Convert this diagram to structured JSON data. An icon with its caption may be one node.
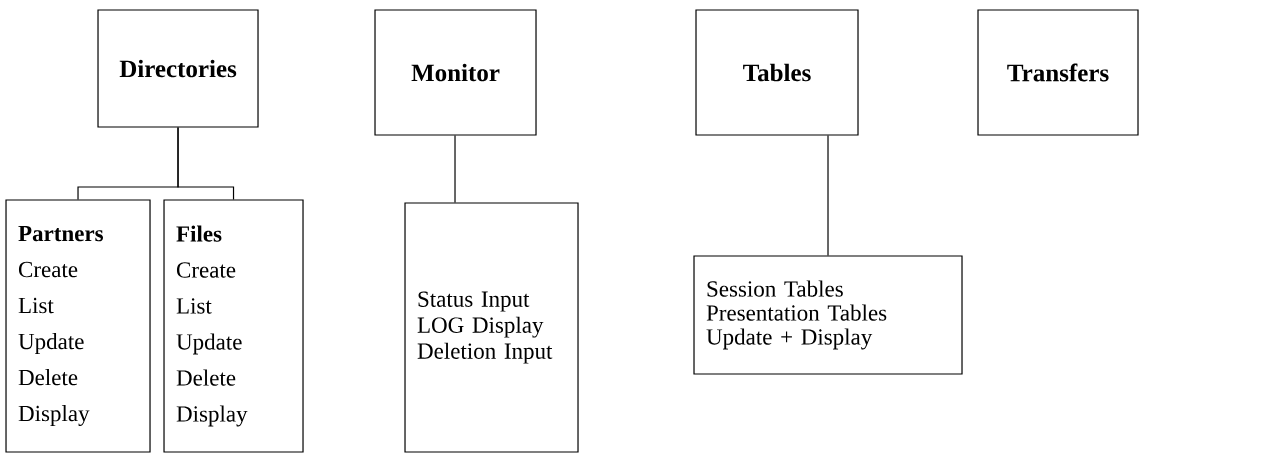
{
  "diagram": {
    "nodes": [
      {
        "text": [
          "Directories"
        ]
      },
      {
        "text": [
          "Monitor"
        ]
      },
      {
        "text": [
          "Tables"
        ]
      },
      {
        "text": [
          "Transfers"
        ]
      },
      {
        "text": [
          "Partners",
          "Create",
          "List",
          "Update",
          "Delete",
          "Display"
        ]
      },
      {
        "text": [
          "Files",
          "Create",
          "List",
          "Update",
          "Delete",
          "Display"
        ]
      },
      {
        "text": [
          "Status Input",
          "LOG Display",
          "Deletion Input"
        ]
      },
      {
        "text": [
          "Session Tables",
          "Presentation Tables",
          "Update + Display"
        ]
      }
    ],
    "edges": [
      {
        "from": 0,
        "to": 4,
        "arrow": "none"
      },
      {
        "from": 0,
        "to": 5,
        "arrow": "none"
      },
      {
        "from": 1,
        "to": 6,
        "arrow": "none"
      },
      {
        "from": 2,
        "to": 7,
        "arrow": "none"
      }
    ]
  }
}
